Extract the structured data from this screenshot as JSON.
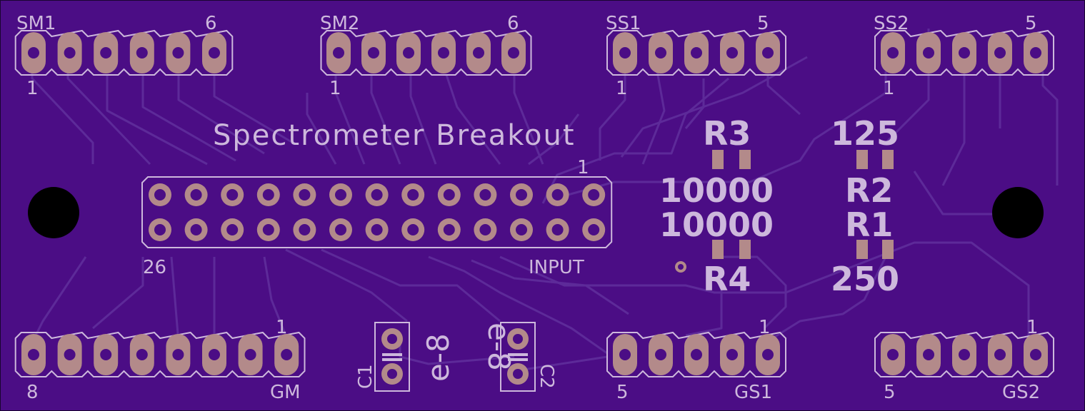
{
  "board": {
    "title": "Spectrometer Breakout",
    "colors": {
      "substrate": "#4b0d85",
      "trace": "#5d2a99",
      "silk": "#cdb8dc",
      "copper": "#b38a8a",
      "drill": "#4b0d85",
      "hole": "#000000"
    }
  },
  "connectors": {
    "sm1": {
      "name": "SM1",
      "pin_first": "1",
      "pin_last": "6"
    },
    "sm2": {
      "name": "SM2",
      "pin_first": "1",
      "pin_last": "6"
    },
    "ss1": {
      "name": "SS1",
      "pin_first": "1",
      "pin_last": "5"
    },
    "ss2": {
      "name": "SS2",
      "pin_first": "1",
      "pin_last": "5"
    },
    "gm": {
      "name": "GM",
      "pin_first": "1",
      "pin_last": "8"
    },
    "gs1": {
      "name": "GS1",
      "pin_first": "1",
      "pin_last": "5"
    },
    "gs2": {
      "name": "GS2",
      "pin_first": "1",
      "pin_last": "5"
    },
    "input": {
      "name": "INPUT",
      "pin_first": "1",
      "pin_last": "26"
    }
  },
  "resistors": {
    "r1": {
      "name": "R1",
      "value": "10000"
    },
    "r2": {
      "name": "R2",
      "value": "125"
    },
    "r3": {
      "name": "R3",
      "value": "10000"
    },
    "r4": {
      "name": "R4",
      "value": "250"
    }
  },
  "capacitors": {
    "c1": {
      "name": "C1",
      "value": "e-8"
    },
    "c2": {
      "name": "C2",
      "value": "e-8"
    }
  }
}
